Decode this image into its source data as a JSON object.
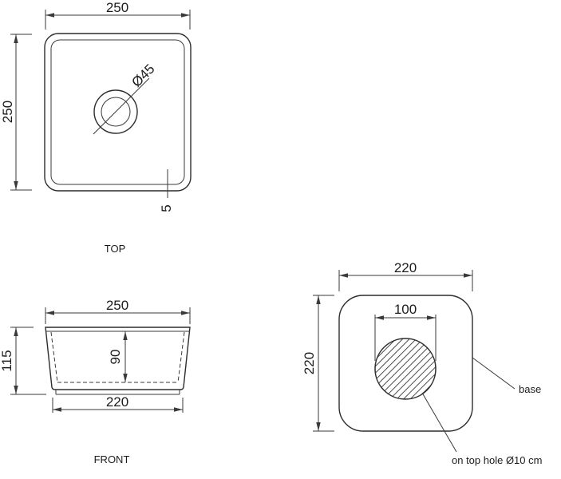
{
  "page": {
    "background": "#ffffff",
    "line_color": "#2d2d2d"
  },
  "views": {
    "top": {
      "label": "TOP",
      "width_dim": "250",
      "height_dim": "250",
      "drain_dim": "Ø45",
      "rim_thickness_dim": "5"
    },
    "front": {
      "label": "FRONT",
      "top_width_dim": "250",
      "height_dim": "115",
      "inner_depth_dim": "90",
      "base_width_dim": "220"
    },
    "bottom": {
      "width_dim": "220",
      "height_dim": "220",
      "hole_span_dim": "100",
      "base_callout": "base",
      "hole_callout": "on top hole Ø10 cm"
    }
  }
}
